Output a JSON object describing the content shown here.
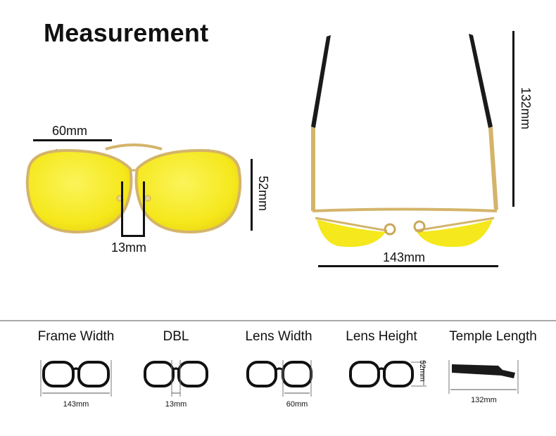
{
  "title": "Measurement",
  "front": {
    "lens_width": "60mm",
    "lens_height": "52mm",
    "bridge": "13mm"
  },
  "top": {
    "frame_width": "143mm",
    "temple_length": "132mm"
  },
  "legend": [
    {
      "label": "Frame Width",
      "value": "143mm"
    },
    {
      "label": "DBL",
      "value": "13mm"
    },
    {
      "label": "Lens Width",
      "value": "60mm"
    },
    {
      "label": "Lens Height",
      "value": "52mm"
    },
    {
      "label": "Temple Length",
      "value": "132mm"
    }
  ],
  "colors": {
    "lens": "#f5e81c",
    "frame": "#d4b46a",
    "tip": "#1a1a1a",
    "divider": "#a8a8a8"
  }
}
